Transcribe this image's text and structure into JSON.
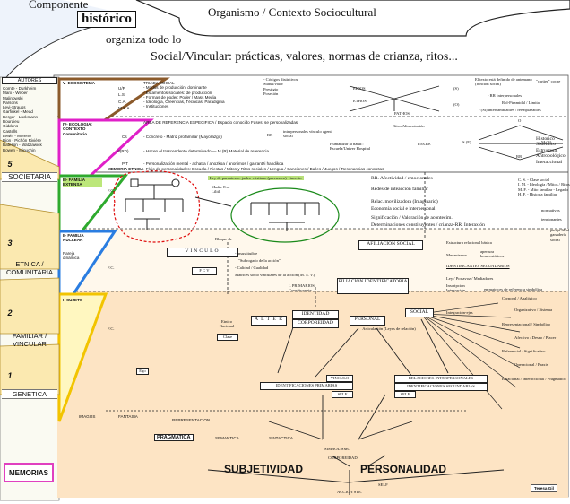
{
  "header": {
    "componente": "Componente",
    "historico": "histórico",
    "organiza": "organiza todo lo",
    "social_vincular": "Social/Vincular",
    "social_rest": ": prácticas, valores, normas de crianza, ritos...",
    "organismo": "Organismo / Contexto Sociocultural"
  },
  "left_column": {
    "autores_title": "AUTORES",
    "autores_lines": [
      "Comte - Durkheim",
      "Marx - Weber",
      "Malinowski",
      "Parsons",
      "Levi-Strauss",
      "Garfinkel - Mead",
      "Berger - Luckmann",
      "Bourdieu",
      "Giddens",
      "Castells",
      "Lewin - Moreno",
      "Bion - Pichón Rivière",
      "Bateson - Watzlawick",
      "Bowen - Minuchin"
    ],
    "levels": [
      {
        "num": "5",
        "label": "SOCIETARIA"
      },
      {
        "num": "3",
        "label": "ETNICA / COMUNITARIA"
      },
      {
        "num": "2",
        "label": "FAMILIAR / VINCULAR"
      },
      {
        "num": "1",
        "label": "GENETICA"
      },
      {
        "num": "",
        "label": "MEMORIAS"
      }
    ]
  },
  "row_ecosistema": {
    "title": "V- ECOSISTEMA",
    "codes": [
      "U/P",
      "L.S.",
      "C.A.",
      "M.S.A."
    ],
    "lines": [
      "TRIADA SOCIAL",
      "- Modos de producción: dominante",
      "- Estamentos sociales: de producción",
      "- Formas de poder: Poder / Mass Media",
      "- Ideología, Creencias, Técnicas, Paradigma",
      "- Instituciones"
    ],
    "codigos": [
      "- Códigos distintivos",
      "Status/valor",
      "Prestigio",
      "Posesión"
    ],
    "eidos": "EIDOS",
    "ethos": "ETHOS",
    "pathos": "PATHOS",
    "s_label": "(S)",
    "o_label": "(O)",
    "texto1": "El texto está definido de antemano (función social)",
    "cartier": "\"cartier\" coche",
    "rr": "- RR Interpersonales",
    "rol": "Rol-Piramidal / Limita",
    "si": "- (Si) intercambiables / reemplazables"
  },
  "row_ecologia": {
    "title": "IV- ECOLOGIA: CONTEXTO Comunitario",
    "area": "AREA DE REFERENCIA ESPECIFICA / Espacio conocido Fases: se personalizadas",
    "cs": "Cs",
    "concreto": "- Concreto - Matriz profamiliar (Mayorazgo)",
    "rr": "RR",
    "interpersonales": "interpersonales vínculo agent social",
    "mrd": "M(RD)",
    "hace": "- Hacen el trascendente determinado — M (R) Material de referencia",
    "humanizar": "Humanizar la natur.: Escuela/Univer Hospital",
    "ritos": "Ritos Alimentación",
    "pesre": "P.Es.Re.",
    "se": "S (E)",
    "o": "O",
    "mr": "M (R)",
    "rr2": "RR",
    "historico": "Historico Sistémico Estructural Antropológico Interaccional",
    "pt": "P T",
    "personalizacion": "- Personalización mental - achatra / ahozkoa / anonimos / garrantzi handikoa",
    "flujo": "- Flujo de personalidades: Escuela / Fiestas / Mitos y Ritos sociales / Lengua / Canciones / Bailes / Juegos / Resonancias concretas",
    "memoria": "MEMORIA ETNICA"
  },
  "row_familia_ext": {
    "title": "III- FAMILIA EXTENSA",
    "fc": "F.C.",
    "ley": "Ley de parentesco: judeo-cristiano (paremoco) - incesto",
    "madre": "Madre Eva Lilith",
    "afectividad": "RR. Afectividad / emocionales",
    "redes": "Redes de inteacción familiar",
    "relac": "Relac. movilizadora (Imaginario)",
    "economia": "Economía social e interpersonal",
    "significacion": "Significación / Valoración de acontecim.",
    "determinaciones": "Determinaciones constituyentes / crianza-RR. Interaxión",
    "clase": [
      "C. S. - Clase social",
      "I. M. - Ideología / Mitos / Ritos",
      "M. F. - Mito familiar - Legado",
      "H. F. - Historia familiar"
    ],
    "normativos": "normativos",
    "tensionante": "tensionantes"
  },
  "row_familia_nuc": {
    "title": "II- FAMILIA NUCLEAR",
    "pareja": "Pareja dinámica",
    "fc": "F.C.",
    "bloque": "Bloque de",
    "vinculo": "VINCULO",
    "fcv": "F C V",
    "insustituible": "- insustituible",
    "subrogado": "\"Subrogado de la acción\"",
    "calidad": "- Calidad / Cualidad",
    "matrices": "Matrices socio vinculares de la acción (M. S. V.)",
    "primarios": "I. PRIMARIOS Constituyente",
    "afiliacion": "AFILIACION SOCIAL",
    "filiacion": "FILIACION IDENTIFICATORIA",
    "estructura": "Estructura relacional básica",
    "mecanismos": "Mecanismos",
    "apertura": "apertura homeostáticos",
    "identificantes": "IDENTIFICANTES SECUNDARIOS",
    "ley": "Ley / Portavoz / Mediadores",
    "inscripcion": "Inscripción Integración",
    "matrices_ref": "en matrices de referencia simbólica",
    "pareja_filial": "pareja filial ganadería social"
  },
  "row_sujeto": {
    "title": "I- SUJETO",
    "fc": "F.C.",
    "etnico": "Etnico Nacional",
    "clase": "Clase",
    "ego": "Ego",
    "alter": "A L T E R",
    "identidad": "IDENTIDAD",
    "corporeidad": "CORPOREIDAD",
    "personal": "PERSONAL",
    "social": "SOCIAL",
    "integracion": "Integración-ejes",
    "articulacion": "Articulación (Leyes de relación)",
    "fan": [
      "Corporal / Analógico",
      "Organizativo / Sistema",
      "Representacional / Simbólico",
      "Afectivo / Deseo / Placer",
      "Referencial / Significativo",
      "Operacional / Praxis",
      "Relacional / Interaccional / Pragmático"
    ],
    "vinculo": "VINCULO",
    "id_primarias": "IDENTIFICACIONES PRIMARIAS",
    "self": "SELF",
    "rel_inter": "RELACIONES INTERPERSONALES",
    "id_sec": "IDENTIFICACIONES SECUNDARIAS",
    "self2": "SELF",
    "imagos": "IMAGOS",
    "fantasia": "FANTASIA",
    "representacion": "REPRESENTACION",
    "pragmatica": "PRAGMATICA",
    "semantica": "SEMANTICA",
    "sintactica": "SINTACTICA",
    "simbolismo": "SIMBOLISMO",
    "corporeidad2": "CORPOREIDAD",
    "subjetividad": "SUBJETIVIDAD",
    "personalidad": "PERSONALIDAD",
    "self3": "SELF",
    "accion": "ACCION STE."
  },
  "author": "Teresa Gil"
}
